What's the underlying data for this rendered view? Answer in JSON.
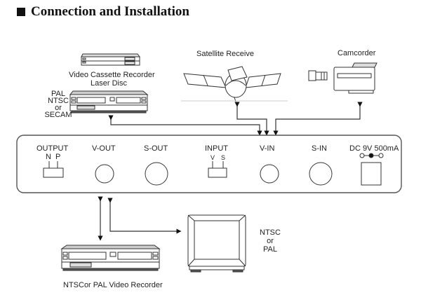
{
  "title": "Connection and Installation",
  "devices": {
    "vcr_top_label_1": "Video Cassette Recorder",
    "vcr_top_label_2": "Laser Disc",
    "satellite_label": "Satellite Receive",
    "camcorder_label": "Camcorder",
    "format_left": [
      "PAL",
      "NTSC",
      "or",
      "SECAM"
    ],
    "recorder_bottom_label": "NTSCor PAL Video Recorder",
    "tv_format": [
      "NTSC",
      "or",
      "PAL"
    ]
  },
  "panel": {
    "output_label": "OUTPUT",
    "output_n": "N",
    "output_p": "P",
    "vout_label": "V-OUT",
    "sout_label": "S-OUT",
    "input_label": "INPUT",
    "input_v": "V",
    "input_s": "S",
    "vin_label": "V-IN",
    "sin_label": "S-IN",
    "dc_label": "DC 9V 500mA"
  }
}
